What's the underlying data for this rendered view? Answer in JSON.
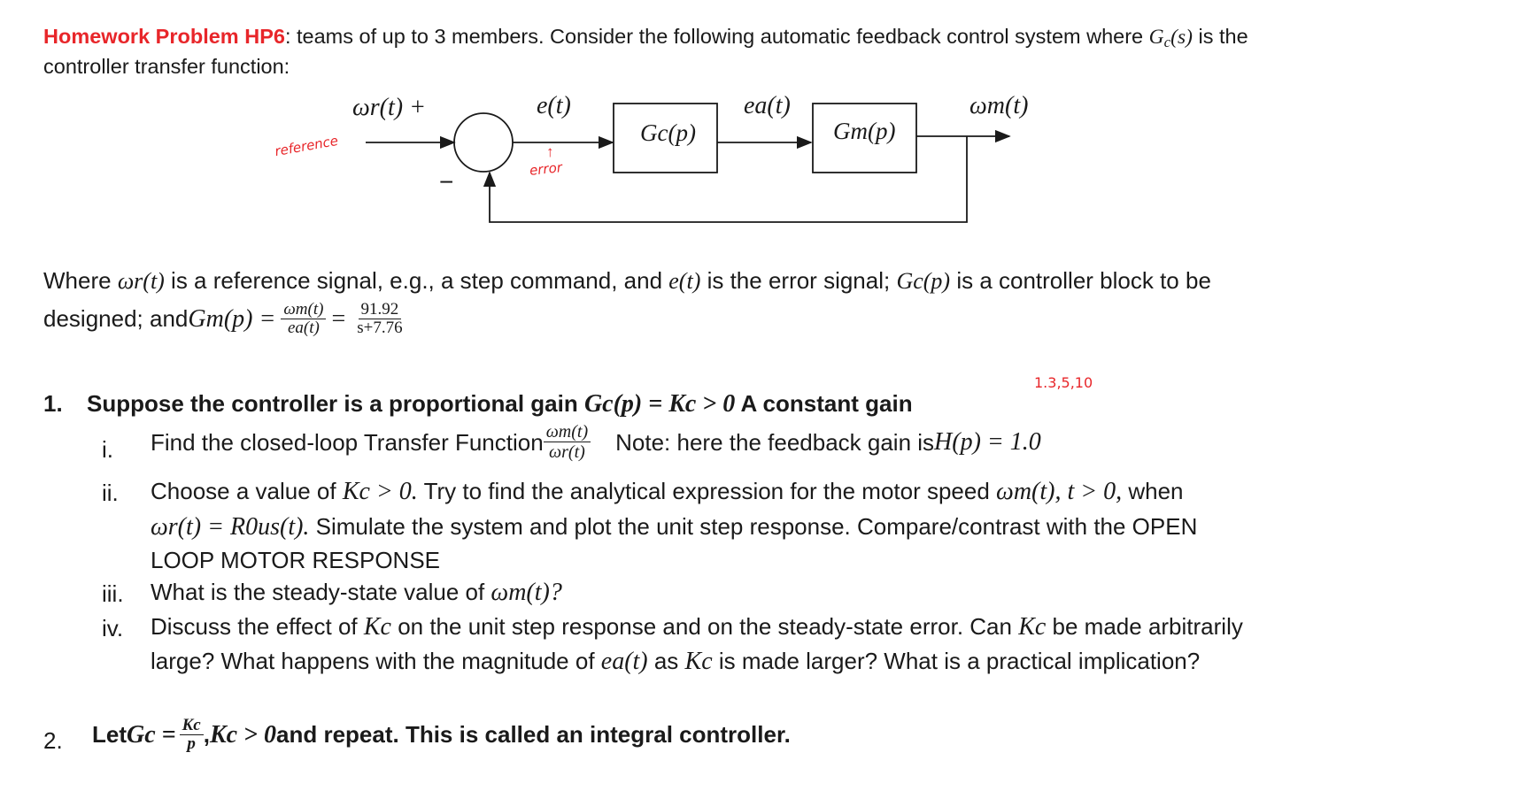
{
  "header": {
    "label": "Homework Problem HP6",
    "line1": ": teams of up to 3 members.  Consider the following automatic feedback control system where ",
    "gc": "G_c(s)",
    "line1_end": " is the",
    "line2": "controller transfer function:"
  },
  "diagram": {
    "input_signal": "ωr(t) +",
    "reference_note": "reference",
    "error_signal": "e(t)",
    "error_note": "error",
    "error_arrow": "↑",
    "minus_sign": "−",
    "controller_block": "Gc(p)",
    "armature_signal": "ea(t)",
    "plant_block": "Gm(p)",
    "output_signal": "ωm(t)"
  },
  "where_text": {
    "part1": "Where ",
    "wr": "ωr(t)",
    "part2": " is a reference signal, e.g., a step command, and ",
    "e": "e(t)",
    "part3": " is the error signal;  ",
    "gc": "Gc(p)",
    "part4": " is a controller block to be",
    "designed": "designed;  and ",
    "gm": "Gm(p) =",
    "num1": "ωm(t)",
    "den1": "ea(t)",
    "eq": "=",
    "num2": "91.92",
    "den2": "s+7.76"
  },
  "handnote": "1.3,5,10",
  "q1": {
    "number": "1.",
    "title": "Suppose the controller is a proportional gain ",
    "eq": "Gc(p) = Kc > 0",
    "tail": "  A constant gain",
    "i_label": "i.",
    "i_text": "Find the closed-loop Transfer Function ",
    "i_num": "ωm(t)",
    "i_den": "ωr(t)",
    "i_note": "Note: here the feedback gain is ",
    "i_h": "H(p) = 1.0",
    "ii_label": "ii.",
    "ii_text1": "Choose a value of ",
    "ii_kc": "Kc > 0.",
    "ii_text2": "  Try to find the analytical expression for the motor speed ",
    "ii_wm": "ωm(t),   t > 0,",
    "ii_text3": " when",
    "ii_eq": "ωr(t) = R0us(t).",
    "ii_text4": " Simulate the system and plot the unit step response.  Compare/contrast with the OPEN",
    "ii_text5": "LOOP MOTOR RESPONSE",
    "iii_label": "iii.",
    "iii_text": "What is the steady-state value of ",
    "iii_wm": "ωm(t)?",
    "iv_label": "iv.",
    "iv_text1": "Discuss the effect of ",
    "iv_kc": "Kc",
    "iv_text2": " on the unit step response and on the steady-state error.  Can ",
    "iv_kc2": "Kc",
    "iv_text3": " be made arbitrarily",
    "iv_text4": "large?  What happens with the magnitude of  ",
    "iv_ea": "ea(t)",
    "iv_text5": " as ",
    "iv_kc3": "Kc",
    "iv_text6": " is made larger?  What is a practical implication?"
  },
  "q2": {
    "number": "2.",
    "text1": "Let ",
    "gc": "Gc =",
    "num": "Kc",
    "den": "p",
    "text2": ",  ",
    "kc": "Kc > 0",
    "text3": " and repeat.  This is called an integral controller."
  }
}
